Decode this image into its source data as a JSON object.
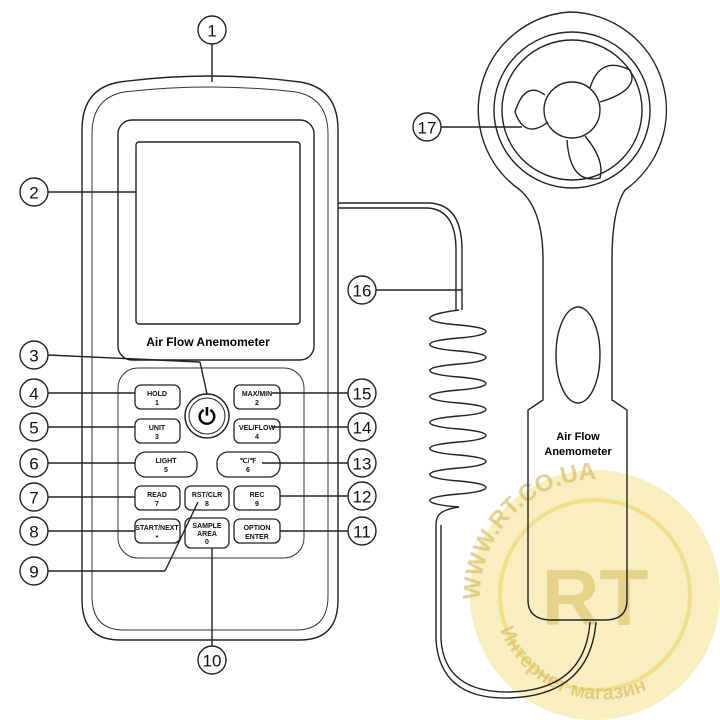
{
  "device": {
    "screen_label": "Air Flow Anemometer",
    "probe_label_line1": "Air Flow",
    "probe_label_line2": "Anemometer",
    "power_symbol": "⏻"
  },
  "buttons": [
    {
      "id": "hold",
      "line1": "HOLD",
      "line2": "1"
    },
    {
      "id": "max-min",
      "line1": "MAX/MIN",
      "line2": "2"
    },
    {
      "id": "unit",
      "line1": "UNIT",
      "line2": "3"
    },
    {
      "id": "vel-flow",
      "line1": "VEL/FLOW",
      "line2": "4"
    },
    {
      "id": "light",
      "line1": "LIGHT",
      "line2": "5"
    },
    {
      "id": "temp-unit",
      "line1": "℃/℉",
      "line2": "6"
    },
    {
      "id": "read",
      "line1": "READ",
      "line2": "7"
    },
    {
      "id": "rst-clr",
      "line1": "RST/CLR",
      "line2": "8"
    },
    {
      "id": "rec",
      "line1": "REC",
      "line2": "9"
    },
    {
      "id": "start-next",
      "line1": "START/NEXT",
      "line2": "•"
    },
    {
      "id": "sample-area",
      "line1": "SAMPLE",
      "line2": "AREA",
      "line3": "0"
    },
    {
      "id": "option-enter",
      "line1": "OPTION",
      "line2": "ENTER"
    }
  ],
  "callouts": [
    "1",
    "2",
    "3",
    "4",
    "5",
    "6",
    "7",
    "8",
    "9",
    "10",
    "11",
    "12",
    "13",
    "14",
    "15",
    "16",
    "17"
  ],
  "watermark": {
    "url": "WWW.RT.CO.UA",
    "logo": "RT",
    "caption": "Интернет магазин"
  },
  "colors": {
    "watermark": "#f3e08a",
    "line": "#222222"
  }
}
